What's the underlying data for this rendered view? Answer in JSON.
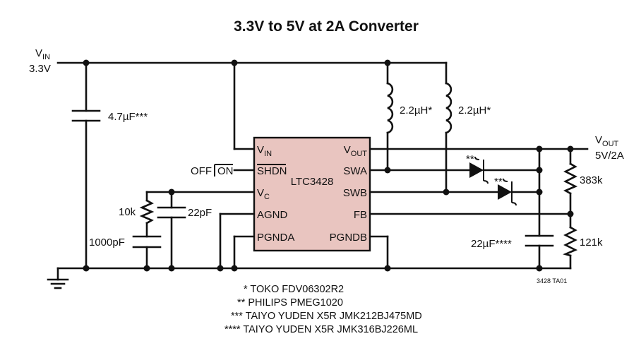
{
  "title": "3.3V to 5V at 2A Converter",
  "vin": {
    "name": "V",
    "sub": "IN",
    "value": "3.3V"
  },
  "vout": {
    "name": "V",
    "sub": "OUT",
    "value": "5V/2A"
  },
  "components": {
    "c_in": "4.7µF***",
    "l1": "2.2µH*",
    "l2": "2.2µH*",
    "r_top": "383k",
    "r_bot": "121k",
    "c_out": "22µF****",
    "r_comp": "10k",
    "c_comp1": "1000pF",
    "c_comp2": "22pF",
    "d1_mark": "**",
    "d2_mark": "**"
  },
  "shutdown": {
    "off": "OFF",
    "on": "ON"
  },
  "ic": {
    "name": "LTC3428",
    "pins": {
      "vin_main": "V",
      "vin_sub": "IN",
      "shdn": "SHDN",
      "vc_main": "V",
      "vc_sub": "C",
      "agnd": "AGND",
      "pgnda": "PGNDA",
      "vout_main": "V",
      "vout_sub": "OUT",
      "swa": "SWA",
      "swb": "SWB",
      "fb": "FB",
      "pgndb": "PGNDB"
    }
  },
  "drawing_number": "3428 TA01",
  "notes": [
    "* TOKO FDV06302R2",
    "** PHILIPS PMEG1020",
    "*** TAIYO YUDEN X5R JMK212BJ475MD",
    "**** TAIYO YUDEN X5R JMK316BJ226ML"
  ]
}
